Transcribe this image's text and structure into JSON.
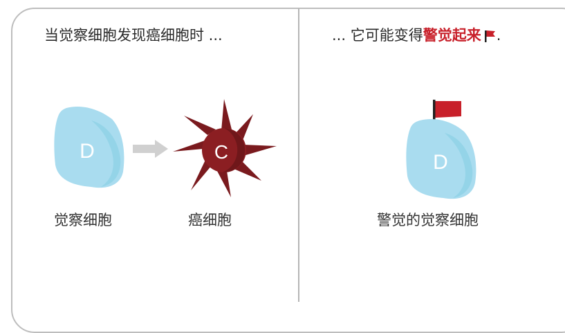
{
  "panels": {
    "left": {
      "heading": "当觉察细胞发现癌细胞时 ...",
      "cell_d": {
        "letter": "D",
        "label": "觉察细胞"
      },
      "cell_c": {
        "letter": "C",
        "label": "癌细胞"
      }
    },
    "right": {
      "heading_prefix": "... 它可能变得",
      "heading_accent": "警觉起来",
      "heading_suffix": ".",
      "cell_d": {
        "letter": "D",
        "label": "警觉的觉察细胞"
      }
    }
  },
  "icons": {
    "arrow": "right-arrow-icon",
    "flag": "red-flag-icon"
  },
  "colors": {
    "detector_cell": "#a9dcef",
    "cancer_cell": "#8b1e22",
    "alert": "#c8202a",
    "arrow": "#d0d0d0",
    "border": "#bdbdbd"
  }
}
